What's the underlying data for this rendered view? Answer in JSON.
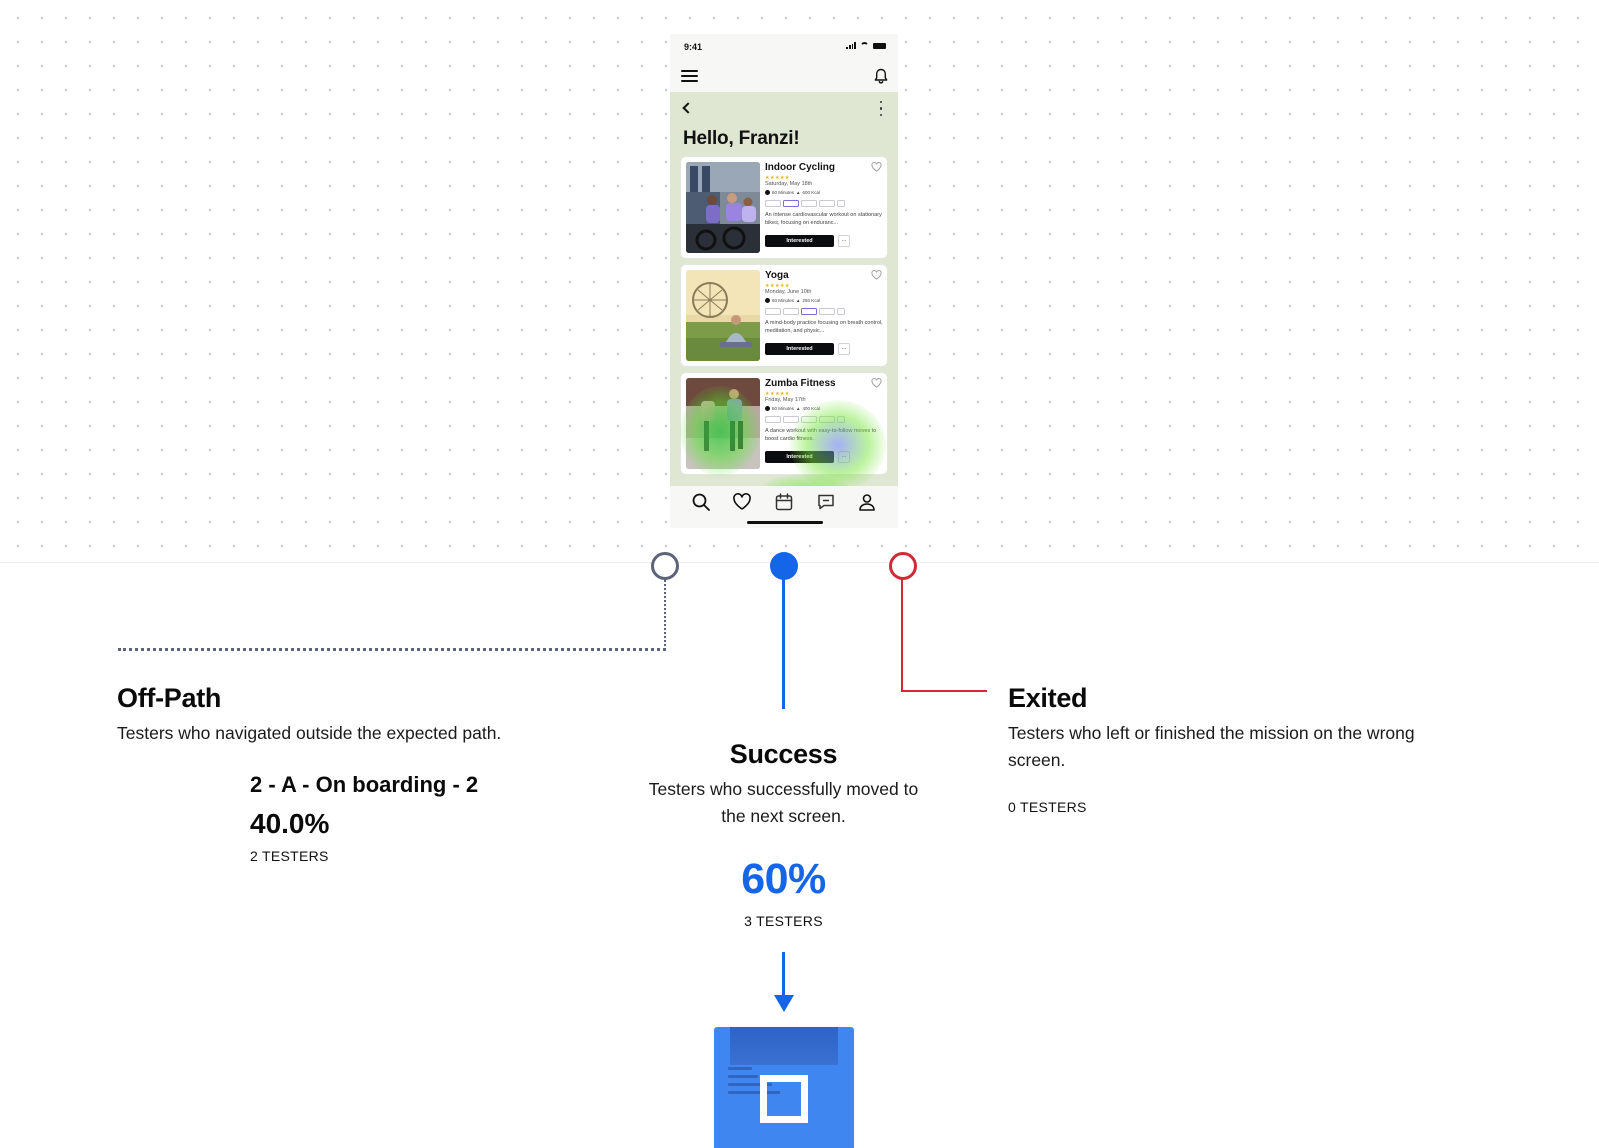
{
  "phone": {
    "status_time": "9:41",
    "greeting": "Hello, Franzi!",
    "cards": [
      {
        "title": "Indoor Cycling",
        "stars": "★★★★★",
        "date": "Saturday, May 18th",
        "duration": "60 Minutes",
        "calories": "600 Kcal",
        "description": "An intense cardiovascular workout on stationary bikes, focusing on enduranc...",
        "button": "Interested",
        "more": "..."
      },
      {
        "title": "Yoga",
        "stars": "★★★★★",
        "date": "Monday, June 10th",
        "duration": "60 Minutes",
        "calories": "250 Kcal",
        "description": "A mind-body practice focusing on breath control, meditation, and physic...",
        "button": "Interested",
        "more": "..."
      },
      {
        "title": "Zumba Fitness",
        "stars": "★★★★★",
        "date": "Friday, May 17th",
        "duration": "60 Minutes",
        "calories": "400 Kcal",
        "description": "A dance workout with easy-to-follow moves to boost cardio fitness.",
        "button": "Interested",
        "more": "..."
      }
    ],
    "tabs": [
      "search-icon",
      "heart-icon",
      "calendar-icon",
      "chat-icon",
      "profile-icon"
    ]
  },
  "off_path": {
    "title": "Off-Path",
    "description": "Testers who navigated outside the expected path.",
    "screen_name": "2 - A - On boarding - 2",
    "percent": "40.0%",
    "testers": "2 TESTERS",
    "color": "#5d6379"
  },
  "success": {
    "title": "Success",
    "description": "Testers who successfully moved to the next screen.",
    "percent": "60%",
    "testers": "3 TESTERS",
    "color": "#1565e8"
  },
  "exited": {
    "title": "Exited",
    "description": "Testers who left or finished the mission on the wrong screen.",
    "testers": "0 TESTERS",
    "color": "#cf2b37"
  }
}
